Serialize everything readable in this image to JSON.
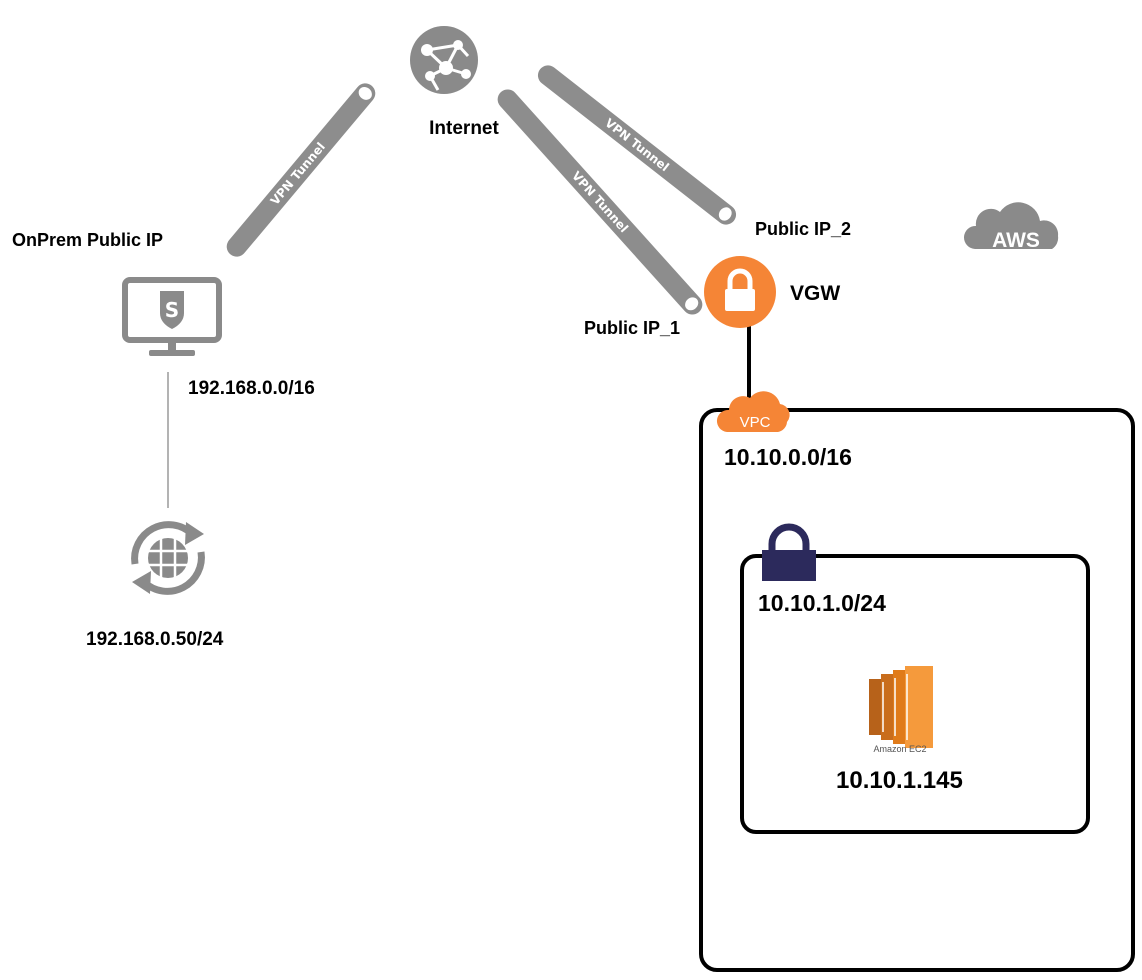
{
  "labels": {
    "internet": "Internet",
    "onprem_public_ip": "OnPrem Public IP",
    "onprem_cidr": "192.168.0.0/16",
    "onprem_host": "192.168.0.50/24",
    "public_ip_1": "Public IP_1",
    "public_ip_2": "Public IP_2",
    "vgw": "VGW",
    "vpc_cidr": "10.10.0.0/16",
    "subnet_cidr": "10.10.1.0/24",
    "ec2_ip": "10.10.1.145"
  },
  "badges": {
    "aws": "AWS",
    "vpc": "VPC",
    "ec2": "Amazon EC2"
  },
  "tunnels": [
    {
      "label": "VPN Tunnel"
    },
    {
      "label": "VPN Tunnel"
    },
    {
      "label": "VPN Tunnel"
    }
  ],
  "icons": {
    "internet": "globe-network-icon",
    "firewall": "monitor-shield-icon",
    "host": "refresh-globe-icon",
    "vgw": "padlock-icon",
    "cloud": "aws-cloud-icon",
    "vpc": "vpc-cloud-icon",
    "subnet": "padlock-icon",
    "ec2": "ec2-instance-icon"
  },
  "colors": {
    "icon_gray": "#8a8a8a",
    "tunnel_gray": "#8d8d8d",
    "aws_orange": "#f58536",
    "subnet_lock": "#2c2a5c",
    "ec2_orange": "#e07b1a",
    "border": "#000000"
  }
}
